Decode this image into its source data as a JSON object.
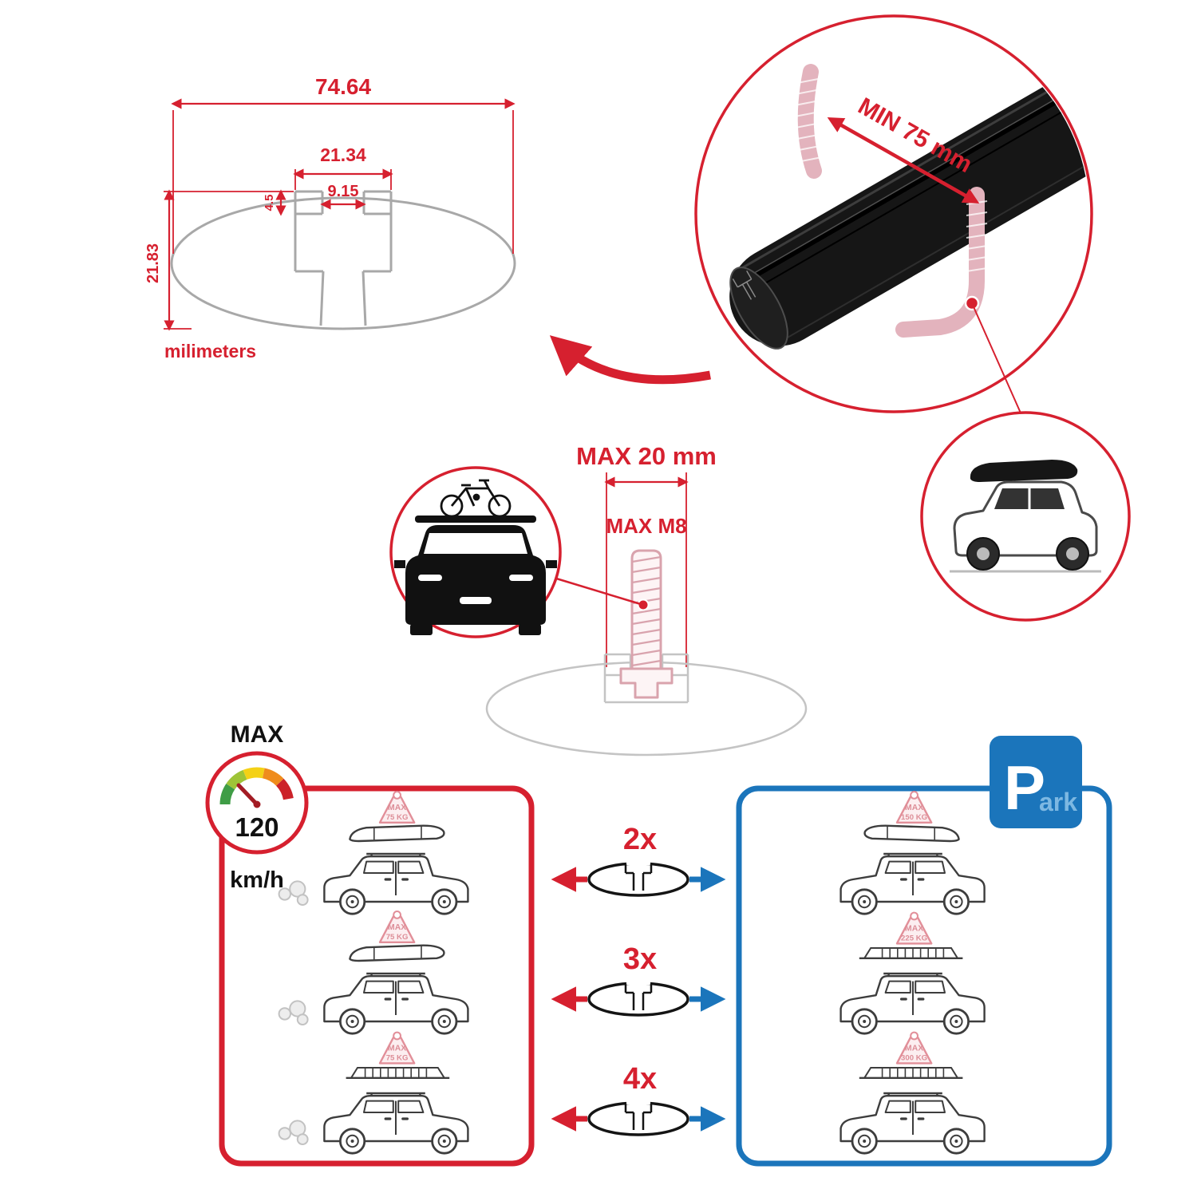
{
  "drawing": {
    "dim_total_width": "74.64",
    "dim_channel_width": "21.34",
    "dim_slot_width": "9.15",
    "dim_lip_height": "4.5",
    "dim_profile_height": "21.83",
    "units_label": "milimeters"
  },
  "bar_zoom": {
    "min_span_label": "MIN 75 mm"
  },
  "bolt": {
    "max_width_label": "MAX 20 mm",
    "max_thread_label": "MAX M8"
  },
  "speed_limit": {
    "title": "MAX",
    "value": "120",
    "units": "km/h"
  },
  "park_sign": {
    "letter": "P",
    "suffix": "ark"
  },
  "rows": [
    {
      "count": "2x",
      "left_load_max": "MAX",
      "left_load_kg": "75 KG",
      "right_load_max": "MAX",
      "right_load_kg": "150 KG"
    },
    {
      "count": "3x",
      "left_load_max": "MAX",
      "left_load_kg": "75 KG",
      "right_load_max": "MAX",
      "right_load_kg": "225 KG"
    },
    {
      "count": "4x",
      "left_load_max": "MAX",
      "left_load_kg": "75 KG",
      "right_load_max": "MAX",
      "right_load_kg": "300 KG"
    }
  ],
  "colors": {
    "red": "#d6202f",
    "blue": "#1b75bb",
    "pink": "#e3b3bd",
    "gray": "#a8a8a8"
  }
}
